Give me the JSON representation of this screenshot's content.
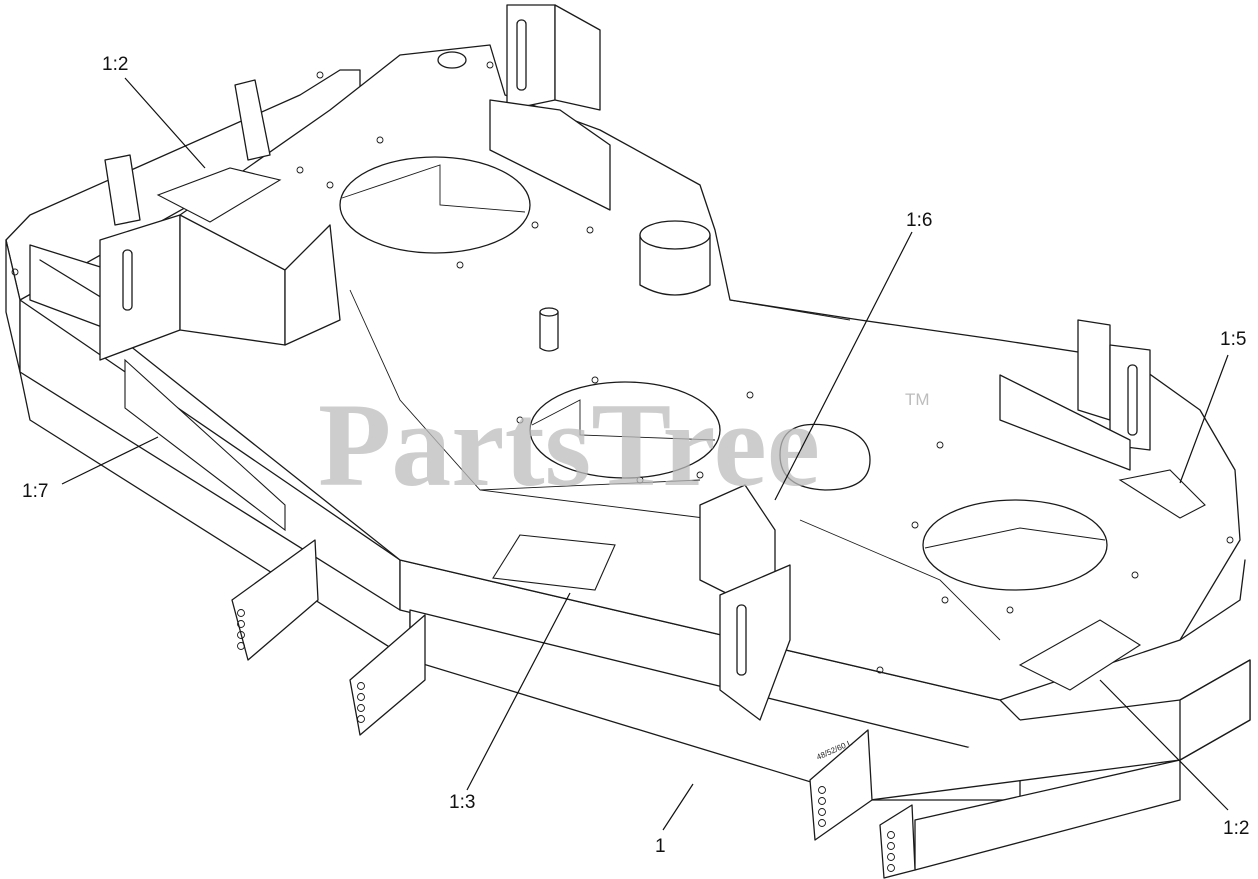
{
  "watermark": {
    "text": "PartsTree",
    "trademark": "TM"
  },
  "deck_stamp": "48/52/60 L",
  "callouts": [
    {
      "id": "c-1-2-top",
      "label": "1:2"
    },
    {
      "id": "c-1-6",
      "label": "1:6"
    },
    {
      "id": "c-1-5",
      "label": "1:5"
    },
    {
      "id": "c-1-7",
      "label": "1:7"
    },
    {
      "id": "c-1-3",
      "label": "1:3"
    },
    {
      "id": "c-1",
      "label": "1"
    },
    {
      "id": "c-1-2-bottom",
      "label": "1:2"
    }
  ]
}
